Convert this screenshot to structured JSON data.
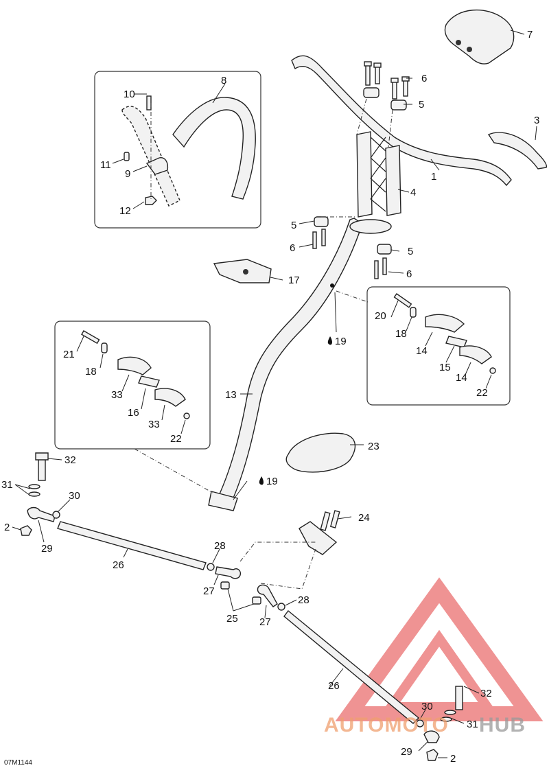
{
  "drawing_ref": "07M1144",
  "watermark": {
    "text_left": "AUTOMOTO",
    "text_right": "HUB",
    "color_left": "#f0a070",
    "color_right": "#9a9a9a",
    "logo_color": "#e23b3b"
  },
  "part_labels": {
    "p1": "1",
    "p2a": "2",
    "p2b": "2",
    "p3": "3",
    "p4": "4",
    "p5a": "5",
    "p5b": "5",
    "p5c": "5",
    "p6a": "6",
    "p6b": "6",
    "p6c": "6",
    "p7": "7",
    "p8": "8",
    "p9": "9",
    "p10": "10",
    "p11": "11",
    "p12": "12",
    "p13": "13",
    "p14a": "14",
    "p14b": "14",
    "p15": "15",
    "p16": "16",
    "p17": "17",
    "p18a": "18",
    "p18b": "18",
    "p19a": "19",
    "p19b": "19",
    "p20": "20",
    "p21": "21",
    "p22a": "22",
    "p22b": "22",
    "p23": "23",
    "p24": "24",
    "p25": "25",
    "p26a": "26",
    "p26b": "26",
    "p27a": "27",
    "p27b": "27",
    "p28a": "28",
    "p28b": "28",
    "p29a": "29",
    "p29b": "29",
    "p30a": "30",
    "p30b": "30",
    "p31a": "31",
    "p31b": "31",
    "p32a": "32",
    "p32b": "32",
    "p33a": "33",
    "p33b": "33"
  }
}
